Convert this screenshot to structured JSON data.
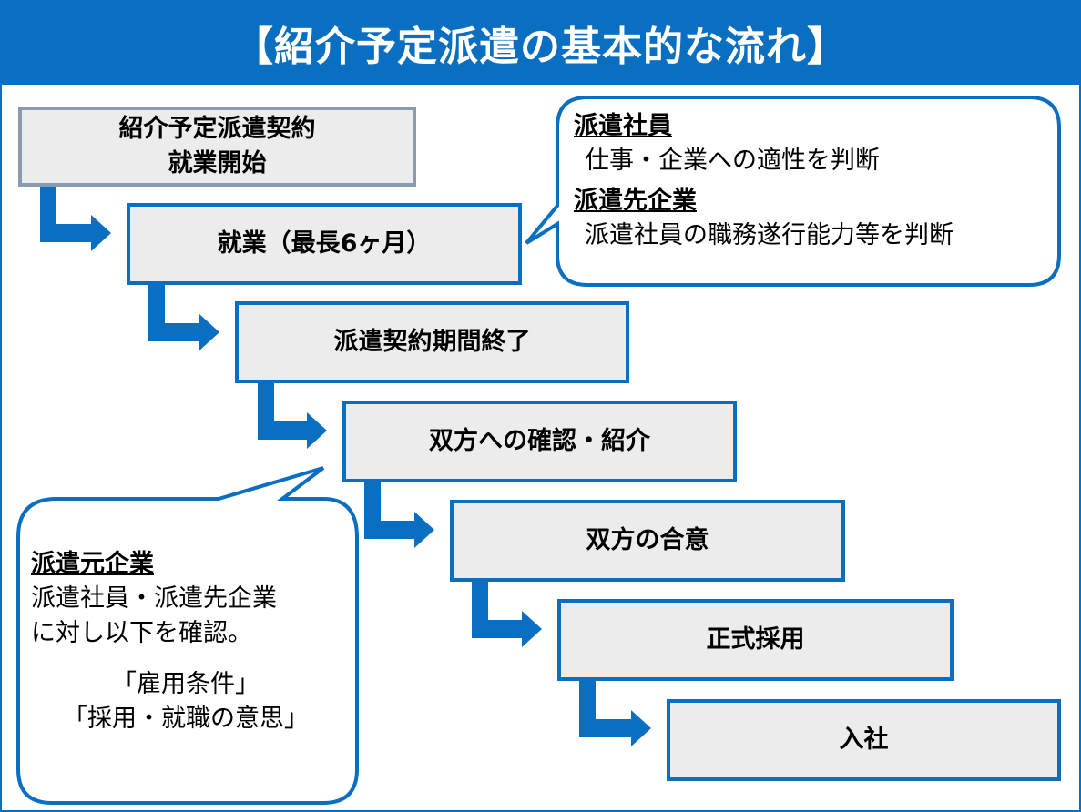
{
  "title": "【紹介予定派遣の基本的な流れ】",
  "colors": {
    "accent": "#0a6fc0",
    "box_fill": "#ececec"
  },
  "steps": [
    {
      "lines": [
        "紹介予定派遣契約",
        "就業開始"
      ]
    },
    {
      "lines": [
        "就業（最長6ヶ月）"
      ]
    },
    {
      "lines": [
        "派遣契約期間終了"
      ]
    },
    {
      "lines": [
        "双方への確認・紹介"
      ]
    },
    {
      "lines": [
        "双方の合意"
      ]
    },
    {
      "lines": [
        "正式採用"
      ]
    },
    {
      "lines": [
        "入社"
      ]
    }
  ],
  "callout_right": {
    "head1": "派遣社員",
    "body1": "仕事・企業への適性を判断",
    "head2": "派遣先企業",
    "body2": "派遣社員の職務遂行能力等を判断"
  },
  "callout_left": {
    "head": "派遣元企業",
    "line1": "派遣社員・派遣先企業",
    "line2": "に対し以下を確認。",
    "item1": "「雇用条件」",
    "item2": "「採用・就職の意思」"
  }
}
